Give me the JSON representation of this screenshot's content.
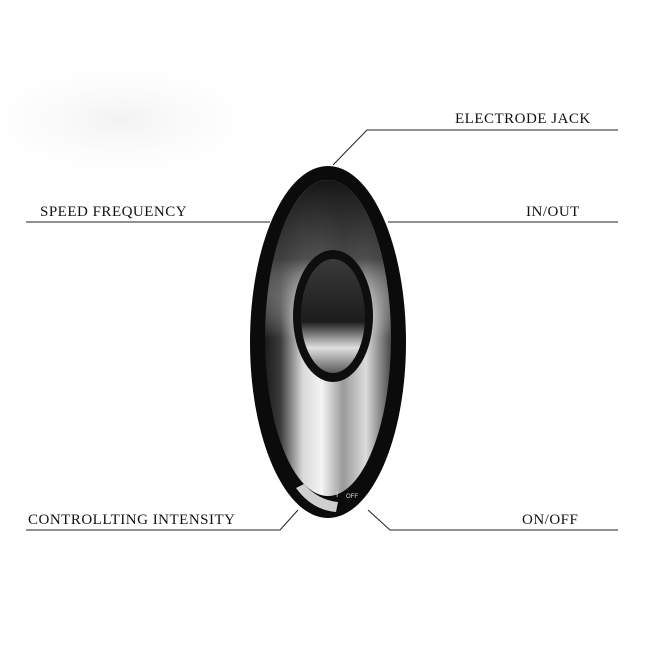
{
  "labels": {
    "electrode_jack": "ELECTRODE  JACK",
    "speed_frequency": "SPEED  FREQUENCY",
    "in_out": "IN/OUT",
    "controlling_intensity": "CONTROLLTING  INTENSITY",
    "on_off": "ON/OFF"
  },
  "device": {
    "switch_mark": "I",
    "switch_off_mark": "OFF"
  },
  "colors": {
    "body": "#0b0b0b",
    "metal_light": "#e9e9e9",
    "metal_dark": "#2a2a2a",
    "line": "#222222"
  }
}
